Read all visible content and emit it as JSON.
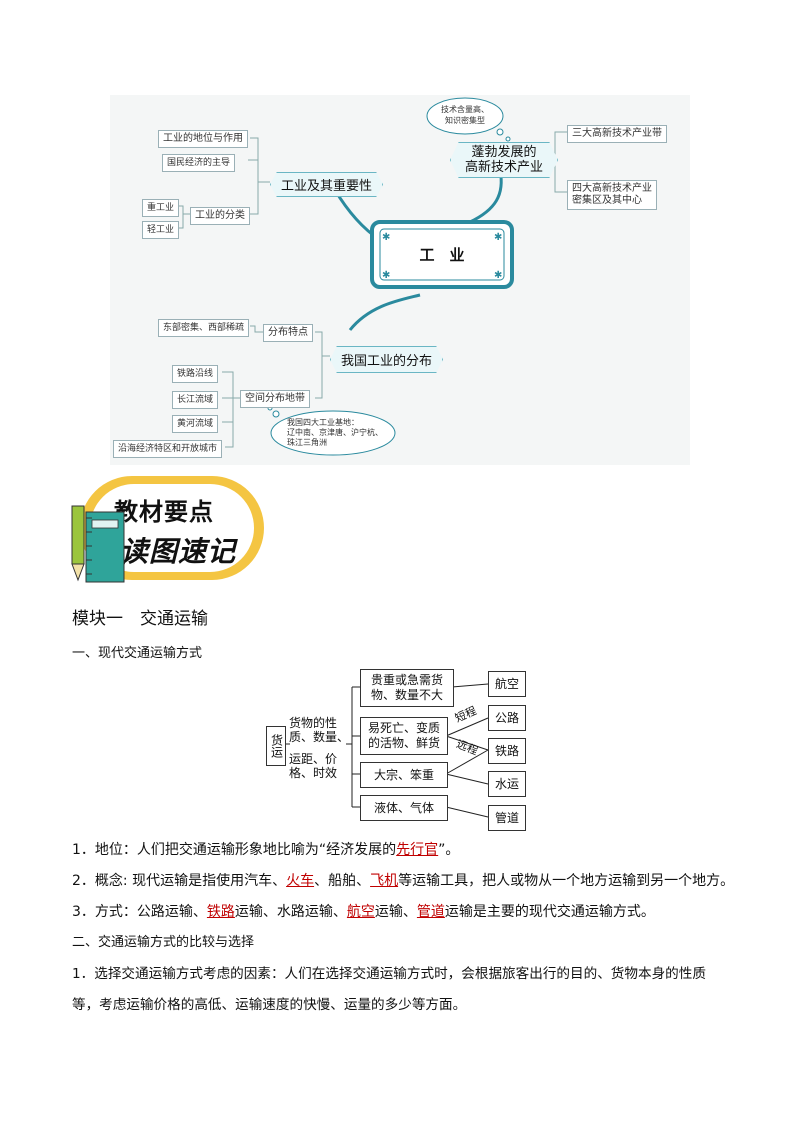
{
  "mindmap": {
    "center": "工　业",
    "b1": "工业及其重要性",
    "b1_c1": "工业的地位与作用",
    "b1_c1_1": "国民经济的主导",
    "b1_c2": "工业的分类",
    "b1_c2_1": "重工业",
    "b1_c2_2": "轻工业",
    "b2_line1": "蓬勃发展的",
    "b2_line2": "高新技术产业",
    "b2_cloud_1": "技术含量高、",
    "b2_cloud_2": "知识密集型",
    "b2_c1": "三大高新技术产业带",
    "b2_c2_1": "四大高新技术产业",
    "b2_c2_2": "密集区及其中心",
    "b3": "我国工业的分布",
    "b3_c1": "分布特点",
    "b3_c1_1": "东部密集、西部稀疏",
    "b3_c2": "空间分布地带",
    "b3_c2_1": "铁路沿线",
    "b3_c2_2": "长江流域",
    "b3_c2_3": "黄河流域",
    "b3_c2_4": "沿海经济特区和开放城市",
    "b3_cloud_1": "我国四大工业基地：",
    "b3_cloud_2": "辽中南、京津唐、沪宁杭、",
    "b3_cloud_3": "珠江三角洲"
  },
  "banner": {
    "line1": "教材要点",
    "line2": "读图速记"
  },
  "module_title": "模块一　交通运输",
  "section1": "一、现代交通运输方式",
  "flow": {
    "root": "货运",
    "factor1_1": "货物的性",
    "factor1_2": "质、数量、",
    "factor2_1": "运距、价",
    "factor2_2": "格、时效",
    "cargo1_1": "贵重或急需货",
    "cargo1_2": "物、数量不大",
    "cargo2_1": "易死亡、变质",
    "cargo2_2": "的活物、鲜货",
    "cargo3": "大宗、笨重",
    "cargo4": "液体、气体",
    "short": "短程",
    "long": "远程",
    "mode1": "航空",
    "mode2": "公路",
    "mode3": "铁路",
    "mode4": "水运",
    "mode5": "管道"
  },
  "p1": {
    "a": "1．地位：人们把交通运输形象地比喻为“经济发展的",
    "b": "先行官",
    "c": "”。"
  },
  "p2": {
    "a": "2．概念: 现代运输是指使用汽车、",
    "b": "火车",
    "c": "、船舶、",
    "d": "飞机",
    "e": "等运输工具，把人或物从一个地方运输到另一个地方。"
  },
  "p3": {
    "a": "3．方式：公路运输、",
    "b": "铁路",
    "c": "运输、水路运输、",
    "d": "航空",
    "e": "运输、",
    "f": "管道",
    "g": "运输是主要的现代交通运输方式。"
  },
  "section2": "二、交通运输方式的比较与选择",
  "p4_1": "1．选择交通运输方式考虑的因素：人们在选择交通运输方式时，会根据旅客出行的目的、货物本身的性质",
  "p4_2": "等，考虑运输价格的高低、运输速度的快慢、运量的多少等方面。"
}
